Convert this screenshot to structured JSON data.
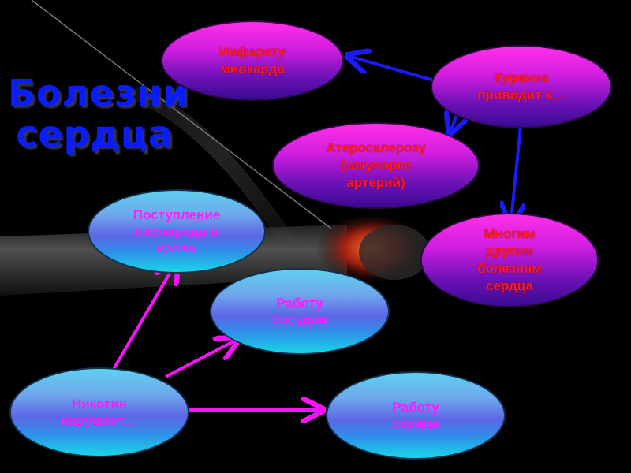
{
  "title": "Болезни\nсердца",
  "colors": {
    "title": "#0a1cff",
    "red_text": "#ff1a1a",
    "magenta_text": "#ff1aff",
    "blue_arrow": "#1a1aff",
    "magenta_arrow": "#ff10ff"
  },
  "nodes": {
    "infarct": "Инфаркту\nмиокарда",
    "smoking": "Курение\nприводит к…",
    "atherosclerosis": "Атеросклерозу\n(закупорке\nартерий)",
    "other_diseases": "Многим\nдругим\nболезням\nсердца",
    "oxygen": "Поступление\nкислорода в\nкровь",
    "vessels": "Работу\nсосудов",
    "nicotine": "Никотин\nнарушает…",
    "heart": "Работу\nсердца"
  }
}
